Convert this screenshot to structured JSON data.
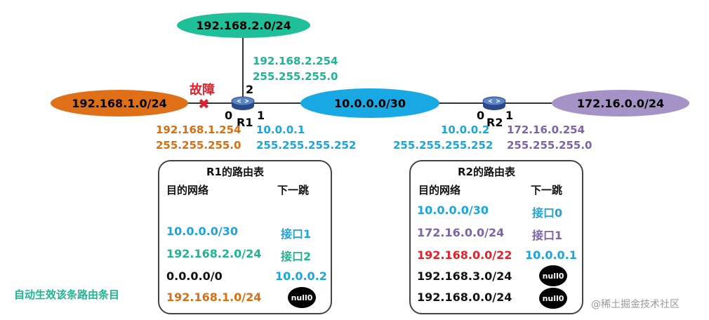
{
  "networks": {
    "net_192_168_2": "192.168.2.0/24",
    "net_192_168_1": "192.168.1.0/24",
    "net_10": "10.0.0.0/30",
    "net_172": "172.16.0.0/24"
  },
  "r1": {
    "label": "R1",
    "port0": "0",
    "port1": "1",
    "port2": "2",
    "if2_ip": "192.168.2.254",
    "if2_mask": "255.255.255.0",
    "if0_ip": "192.168.1.254",
    "if0_mask": "255.255.255.0",
    "if1_ip": "10.0.0.1",
    "if1_mask": "255.255.255.252"
  },
  "r2": {
    "label": "R2",
    "port0": "0",
    "port1": "1",
    "if0_ip": "10.0.0.2",
    "if0_mask": "255.255.255.252",
    "if1_ip": "172.16.0.254",
    "if1_mask": "255.255.255.0"
  },
  "fault": {
    "label": "故障",
    "mark": "✖"
  },
  "side_note": "自动生效该条路由条目",
  "r1_table": {
    "title": "R1的路由表",
    "col_dest": "目的网络",
    "col_next": "下一跳",
    "rows": [
      {
        "dest": "10.0.0.0/30",
        "next": "接口1"
      },
      {
        "dest": "192.168.2.0/24",
        "next": "接口2"
      },
      {
        "dest": "0.0.0.0/0",
        "next": "10.0.0.2"
      },
      {
        "dest": "192.168.1.0/24",
        "next": "null0"
      }
    ]
  },
  "r2_table": {
    "title": "R2的路由表",
    "col_dest": "目的网络",
    "col_next": "下一跳",
    "rows": [
      {
        "dest": "10.0.0.0/30",
        "next": "接口0"
      },
      {
        "dest": "172.16.0.0/24",
        "next": "接口1"
      },
      {
        "dest": "192.168.0.0/22",
        "next": "10.0.0.1"
      },
      {
        "dest": "192.168.3.0/24",
        "next": "null0"
      },
      {
        "dest": "192.168.0.0/24",
        "next": "null0"
      }
    ]
  },
  "watermark": "@稀土掘金技术社区",
  "colors": {
    "green": "#1fb592",
    "orange": "#d96e12",
    "blue": "#1aa5de",
    "purple": "#7c64a8",
    "red": "#e0212a"
  }
}
